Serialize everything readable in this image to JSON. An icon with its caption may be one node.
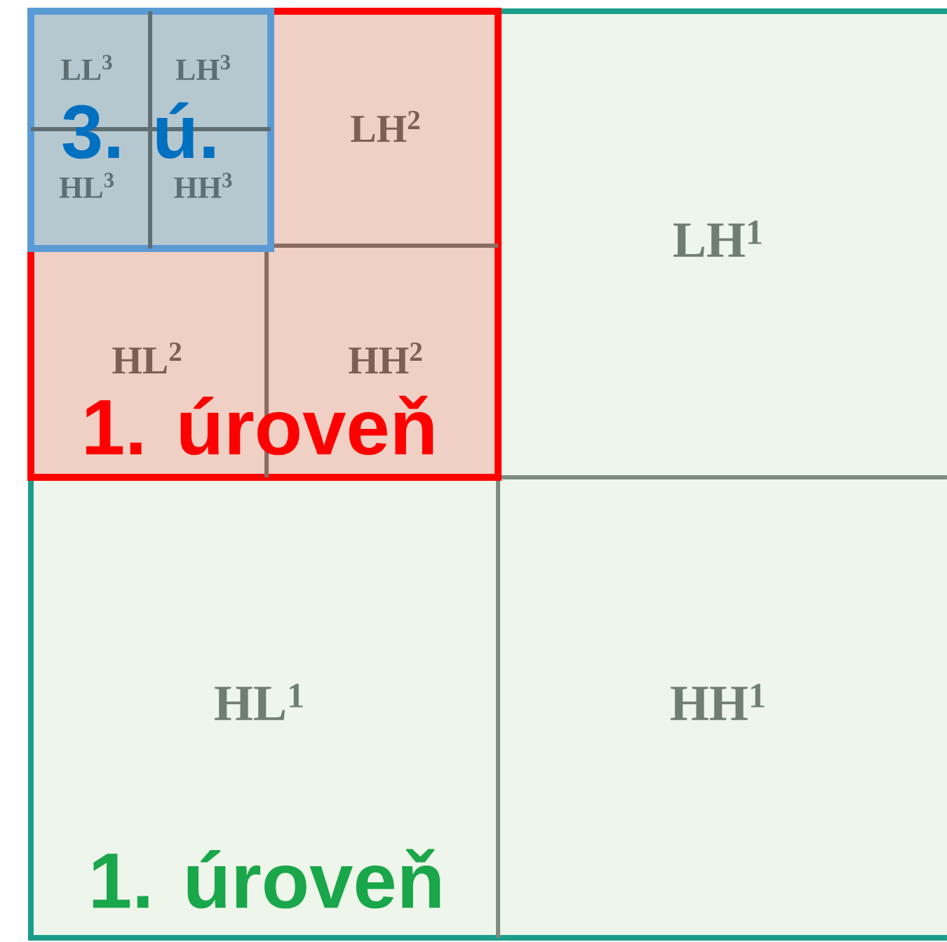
{
  "diagram": {
    "nodes": [
      {
        "text": [
          "1. úroveň"
        ]
      },
      {
        "text": [
          "1. úroveň"
        ],
        "in": 0
      },
      {
        "text": [
          "3. ú."
        ],
        "in": 1
      },
      {
        "text": [
          "LL$^{3}$"
        ],
        "in": 2
      },
      {
        "text": [
          "LH$^{3}$"
        ],
        "in": 2
      },
      {
        "text": [
          "HL$^{3}$"
        ],
        "in": 2
      },
      {
        "text": [
          "HH$^{3}$"
        ],
        "in": 2
      },
      {
        "text": [
          "LH$^{2}$"
        ],
        "in": 1
      },
      {
        "text": [
          "HL$^{2}$"
        ],
        "in": 1
      },
      {
        "text": [
          "HH$^{2}$"
        ],
        "in": 1
      },
      {
        "text": [
          "LH$^{1}$"
        ],
        "in": 0
      },
      {
        "text": [
          "HL$^{1}$"
        ],
        "in": 0
      },
      {
        "text": [
          "HH$^{1}$"
        ],
        "in": 0
      }
    ]
  }
}
